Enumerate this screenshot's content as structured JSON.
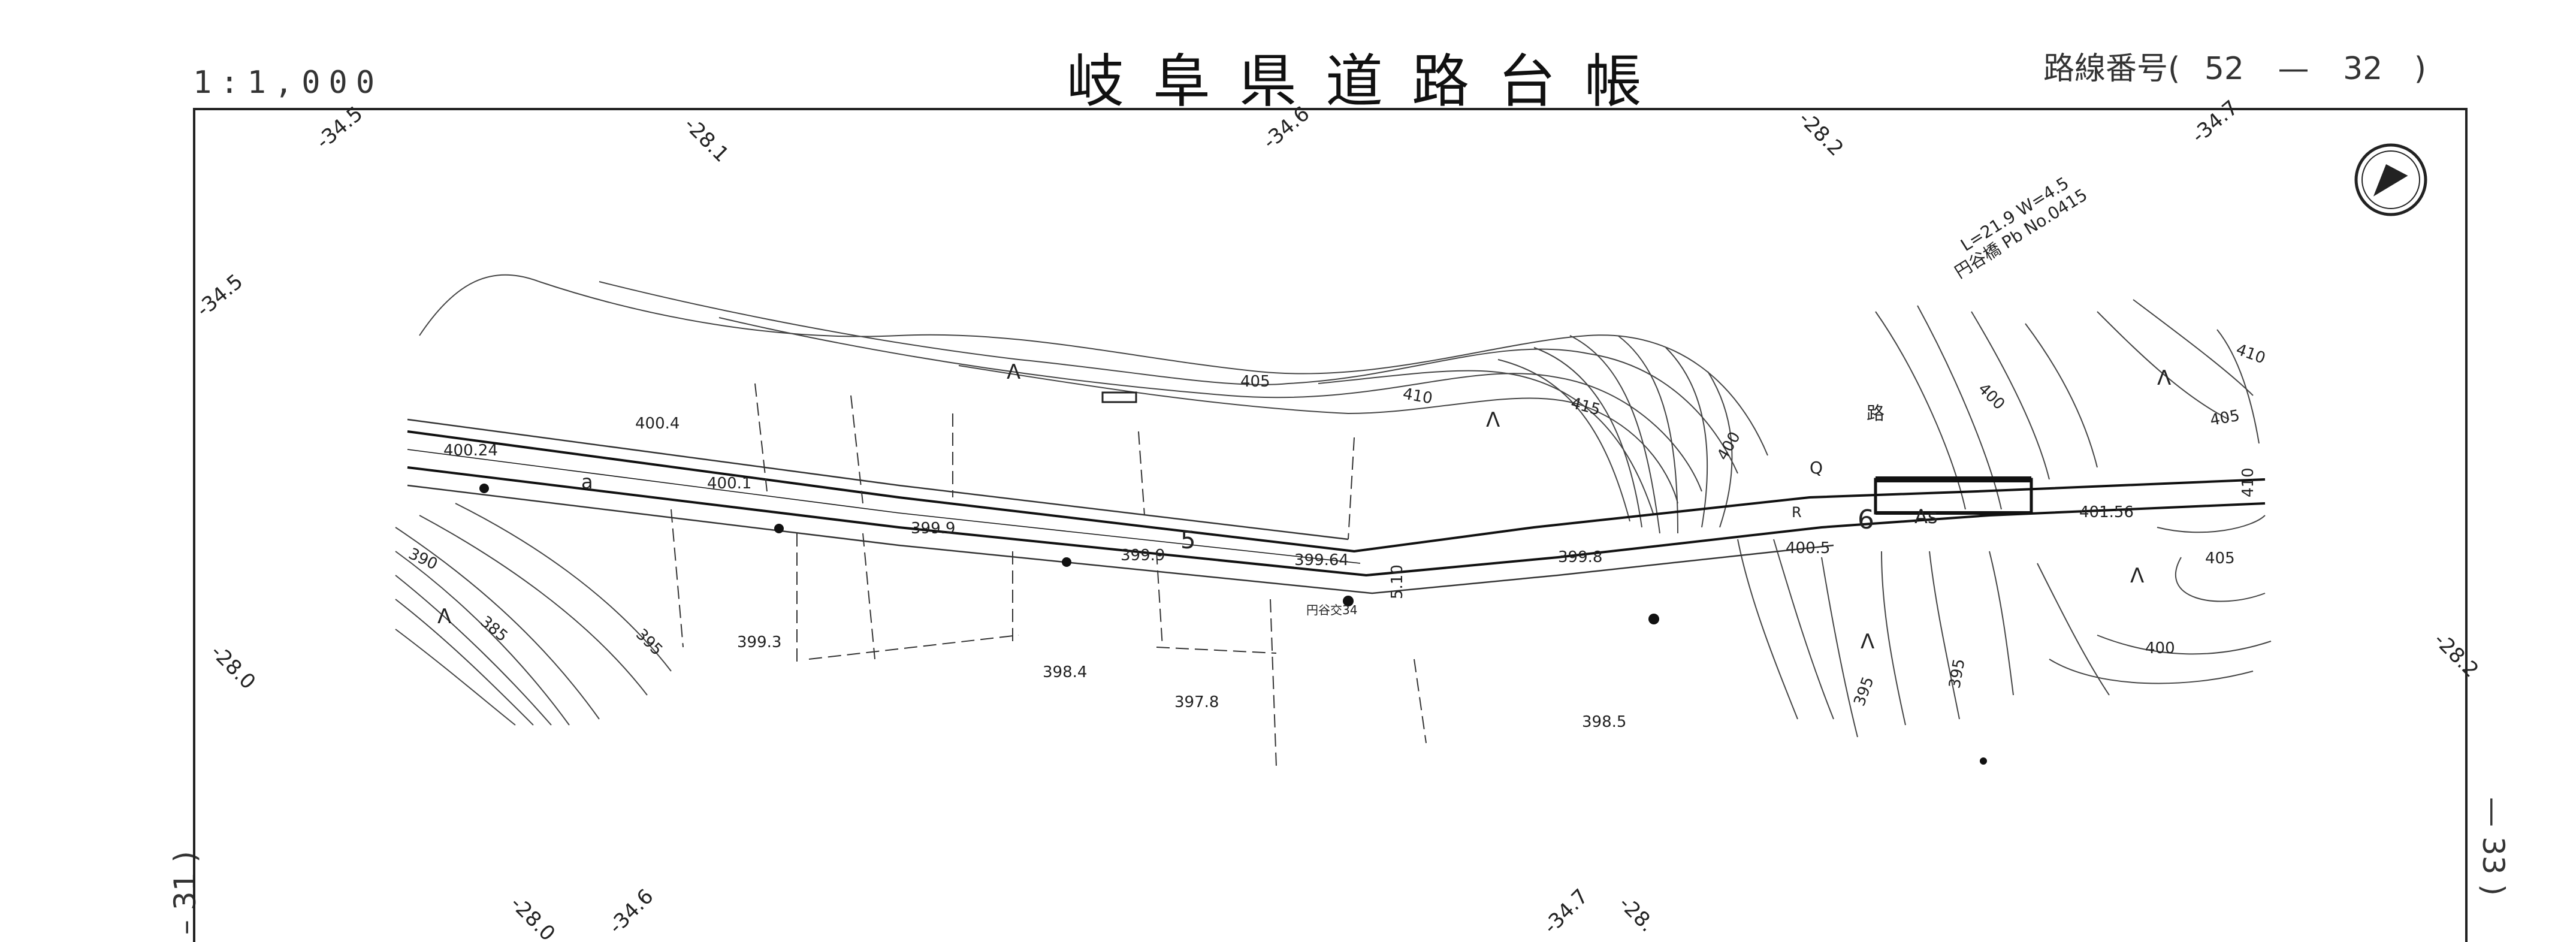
{
  "header": {
    "scale": "1:1,000",
    "title": "岐阜県道路台帳",
    "route_label": "路線番号(",
    "route_a": "52",
    "route_dash": "—",
    "route_b": "32",
    "route_close": ")"
  },
  "edges": {
    "left_page": "– 31 )",
    "right_page": "— 33 )"
  },
  "map": {
    "grid_marks": [
      "-34.5",
      "-28.1",
      "-34.6",
      "-28.2",
      "-34.7",
      "-34.5",
      "-28.0",
      "-28.2",
      "-28.0",
      "-34.6",
      "-34.7",
      "-28."
    ],
    "contours": [
      "405",
      "410",
      "415",
      "400",
      "395",
      "390",
      "385",
      "395",
      "400",
      "405",
      "410",
      "405",
      "400",
      "410",
      "395"
    ],
    "elevations": [
      "400.4",
      "400.24",
      "400.1",
      "399.9",
      "399.9",
      "399.64",
      "399.8",
      "400.5",
      "401.56",
      "399.3",
      "398.4",
      "397.8",
      "398.5"
    ],
    "symbols": {
      "km": "5",
      "a": "a",
      "as": "As",
      "r": "R",
      "station6": "6",
      "q": "Q",
      "width": "5.10",
      "mark_fork": "Λ"
    },
    "bridge": {
      "dims": "L=21.9  W=4.5",
      "name": "円谷橋 Pb No.0415"
    },
    "benchmark": "円谷交34",
    "road_label": "路"
  }
}
